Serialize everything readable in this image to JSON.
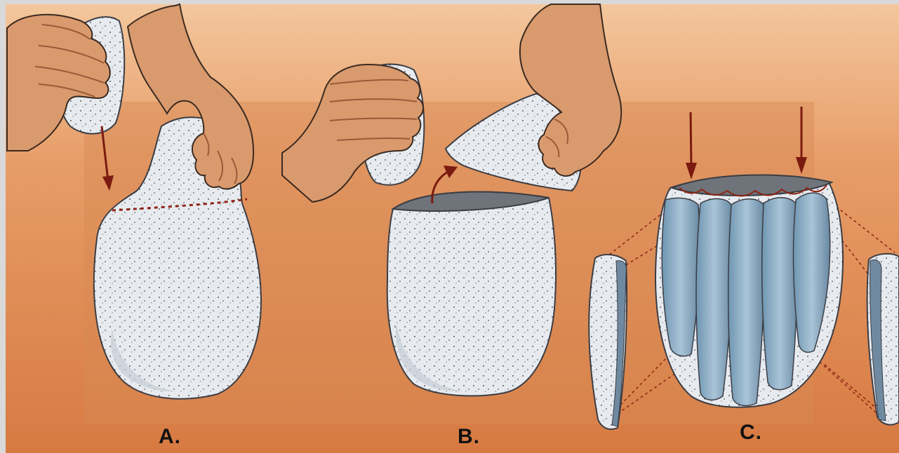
{
  "panels": [
    {
      "id": "A",
      "label": "A."
    },
    {
      "id": "B",
      "label": "B."
    },
    {
      "id": "C",
      "label": "C."
    }
  ],
  "colors": {
    "background_light": "#f0bb8c",
    "background_dark": "#d77b44",
    "inset_panel": "#dc8e58",
    "stone": "#e7ebf0",
    "stone_shadow": "#cdd3dc",
    "stone_edge": "#3b3d44",
    "blade_blue": "#8fb1c9",
    "blade_blue_dark": "#5f87a3",
    "rim_gray": "#6f737a",
    "skin": "#d99a6e",
    "skin_shadow": "#b5714a",
    "arrow": "#7a1a10",
    "score_line": "#8e2414"
  },
  "icons": [
    "left-hand-icon",
    "right-hand-icon",
    "hammerstone-icon",
    "down-arrow-icon",
    "curved-arrow-icon"
  ]
}
